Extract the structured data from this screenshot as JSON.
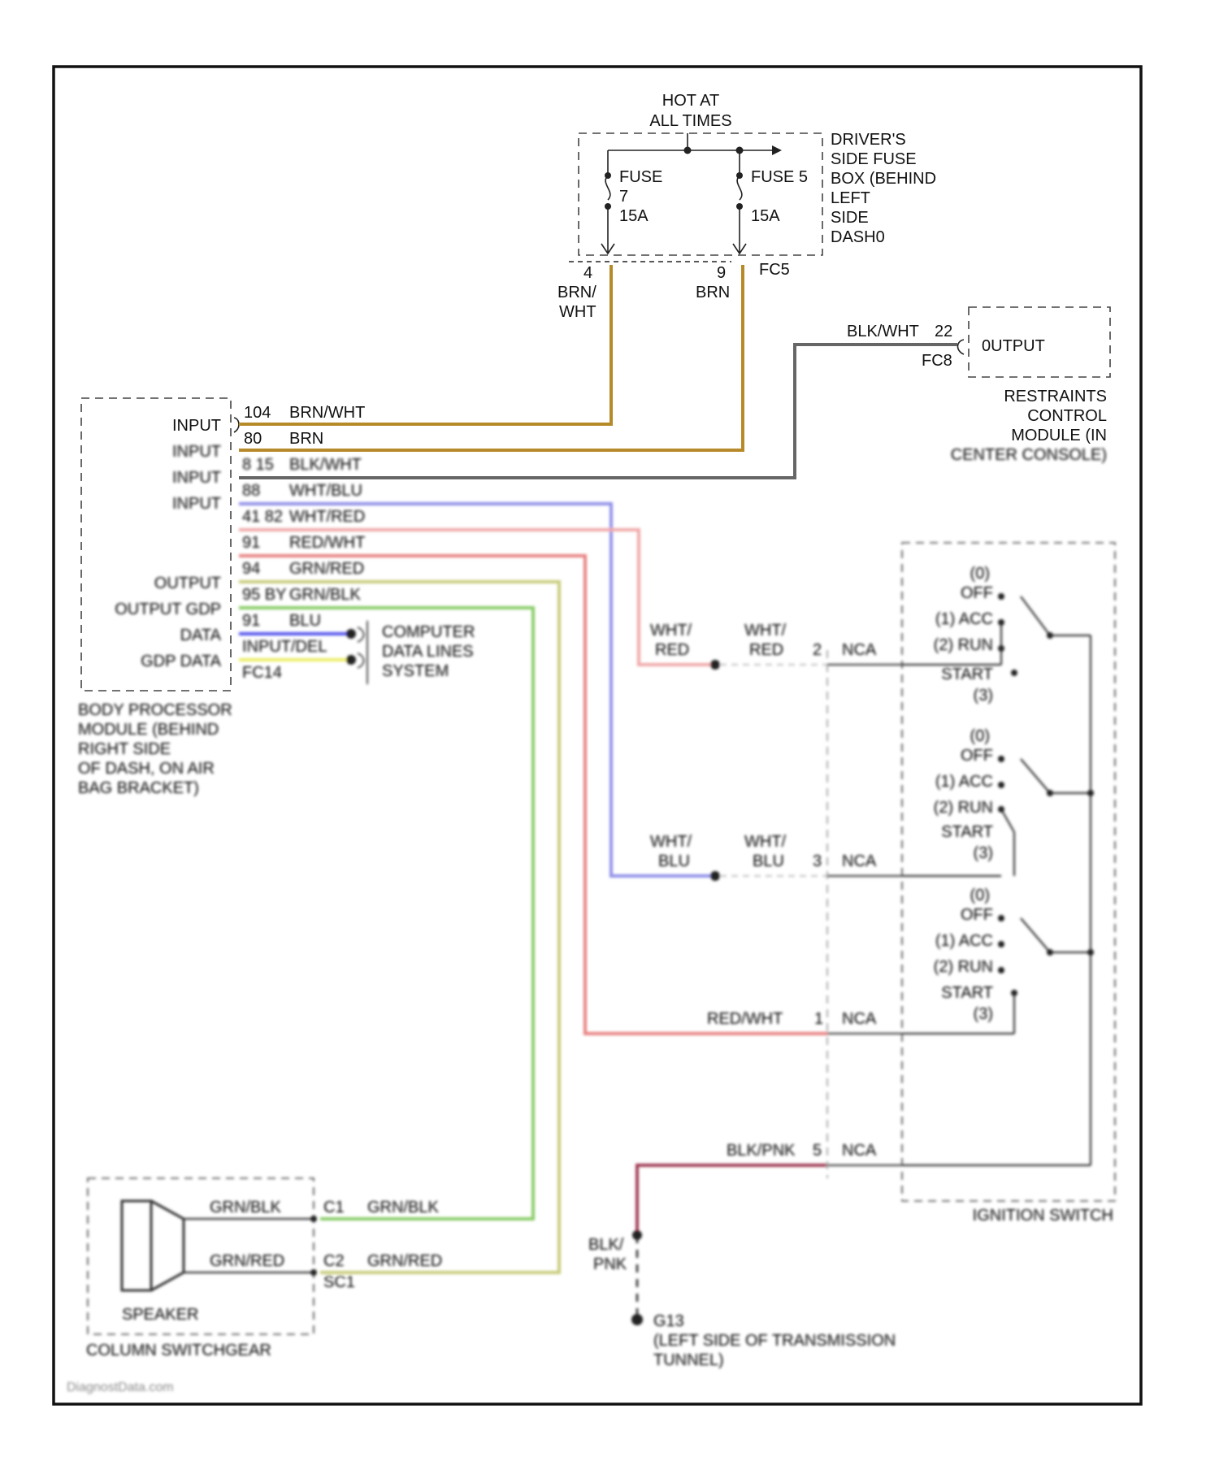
{
  "colors": {
    "brn_wht": "#b58a28",
    "brn": "#b8892a",
    "blk_wht": "#666666",
    "wht_blu": "#8f8fe8",
    "wht_red": "#f0a8a8",
    "red_wht": "#e88080",
    "grn_red": "#c8cc7a",
    "grn_blk": "#88cc66",
    "blu": "#5555ee",
    "yel": "#eeee66",
    "blk_pnk": "#a03a52"
  },
  "labels": {
    "hot": [
      "HOT AT",
      "ALL TIMES"
    ],
    "fuse_box": [
      "DRIVER'S",
      "SIDE FUSE",
      "BOX (BEHIND",
      "LEFT",
      "SIDE",
      "DASH0"
    ],
    "fuse7": [
      "FUSE",
      "7",
      "15A"
    ],
    "fuse5": [
      "FUSE 5",
      "15A"
    ],
    "fc5_pin4": "4",
    "fc5_pin4_color": [
      "BRN/",
      "WHT"
    ],
    "fc5_pin9": "9",
    "fc5_pin9_color": "BRN",
    "fc5": "FC5",
    "blk_wht": "BLK/WHT",
    "rcm_pin": "22",
    "fc8": "FC8",
    "rcm_output": "0UTPUT",
    "rcm_name": [
      "RESTRAINTS",
      "CONTROL",
      "MODULE (IN",
      "CENTER CONSOLE)"
    ],
    "bpm_input_top": "INPUT",
    "bpm_pin104": "104",
    "bpm_pin104_color": "BRN/WHT",
    "bpm_pin80": "80",
    "bpm_pin80_color": "BRN",
    "bpm_left": [
      "INPUT",
      "INPUT",
      "INPUT",
      "",
      "",
      "OUTPUT",
      "OUTPUT GDP",
      "DATA",
      "GDP DATA"
    ],
    "bpm_pins": [
      "8 15",
      "88",
      "41 82",
      "91",
      "94",
      "95 BY",
      "91",
      "INPUT/DEL",
      "FC14"
    ],
    "bpm_colors": [
      "BLK/WHT",
      "WHT/BLU",
      "WHT/RED",
      "RED/WHT",
      "GRN/RED",
      "GRN/BLK",
      "BLU",
      "",
      ""
    ],
    "bpm_name": [
      "BODY PROCESSOR",
      "MODULE (BEHIND",
      "RIGHT SIDE",
      "OF DASH, ON AIR",
      "BAG BRACKET)"
    ],
    "cdl": [
      "COMPUTER",
      "DATA LINES",
      "SYSTEM"
    ],
    "wr1": [
      "WHT/",
      "RED"
    ],
    "wr2": [
      "WHT/",
      "RED"
    ],
    "wr_pin": "2",
    "wb1": [
      "WHT/",
      "BLU"
    ],
    "wb2": [
      "WHT/",
      "BLU"
    ],
    "wb_pin": "3",
    "rw_color": "RED/WHT",
    "rw_pin": "1",
    "bp_color": "BLK/PNK",
    "bp_pin": "5",
    "nca": "NCA",
    "sw1": [
      "(0)",
      "OFF",
      "(1) ACC",
      "(2) RUN",
      "START",
      "(3)"
    ],
    "sw2": [
      "(0)",
      "OFF",
      "(1) ACC",
      "(2) RUN",
      "START",
      "(3)"
    ],
    "sw3": [
      "(0)",
      "OFF",
      "(1) ACC",
      "(2) RUN",
      "START",
      "(3)"
    ],
    "ign_name": "IGNITION SWITCH",
    "spk_color1": "GRN/BLK",
    "spk_color2": "GRN/RED",
    "spk_pin1": "C1",
    "spk_pin2": "C2",
    "spk_conn": "SC1",
    "spk_color3": "GRN/BLK",
    "spk_color4": "GRN/RED",
    "speaker": "SPEAKER",
    "column": "COLUMN SWITCHGEAR",
    "bp_wire": [
      "BLK/",
      "PNK"
    ],
    "ground": "G13",
    "ground_loc": [
      "(LEFT SIDE OF TRANSMISSION",
      "TUNNEL)"
    ],
    "watermark": "DiagnostData.com"
  }
}
